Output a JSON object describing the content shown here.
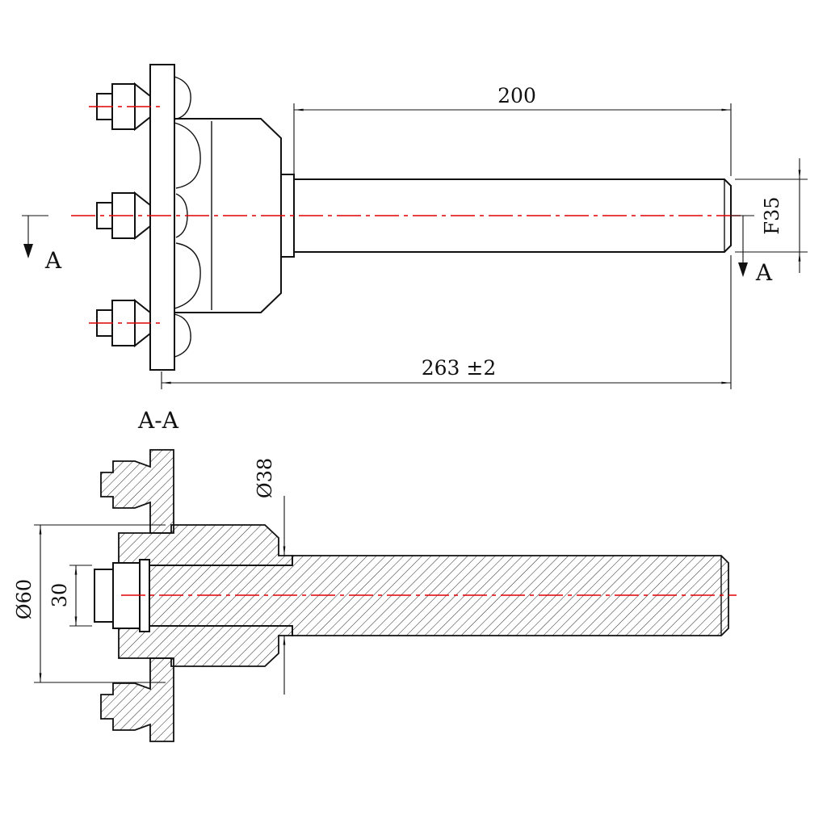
{
  "drawing": {
    "type": "engineering-drawing",
    "subject": "trailer-axle-hub-and-spindle",
    "colors": {
      "background": "#ffffff",
      "line": "#111111",
      "centerline": "#e00000"
    },
    "side_view": {
      "dim_length": "200",
      "dim_overall": "263 ±2",
      "dim_diameter": "F35",
      "section_label_left": "A",
      "section_label_right": "A"
    },
    "section_view": {
      "title": "A-A",
      "dim_shaft_diameter": "Ø38",
      "dim_hub_diameter": "Ø60",
      "dim_bore": "30"
    }
  }
}
